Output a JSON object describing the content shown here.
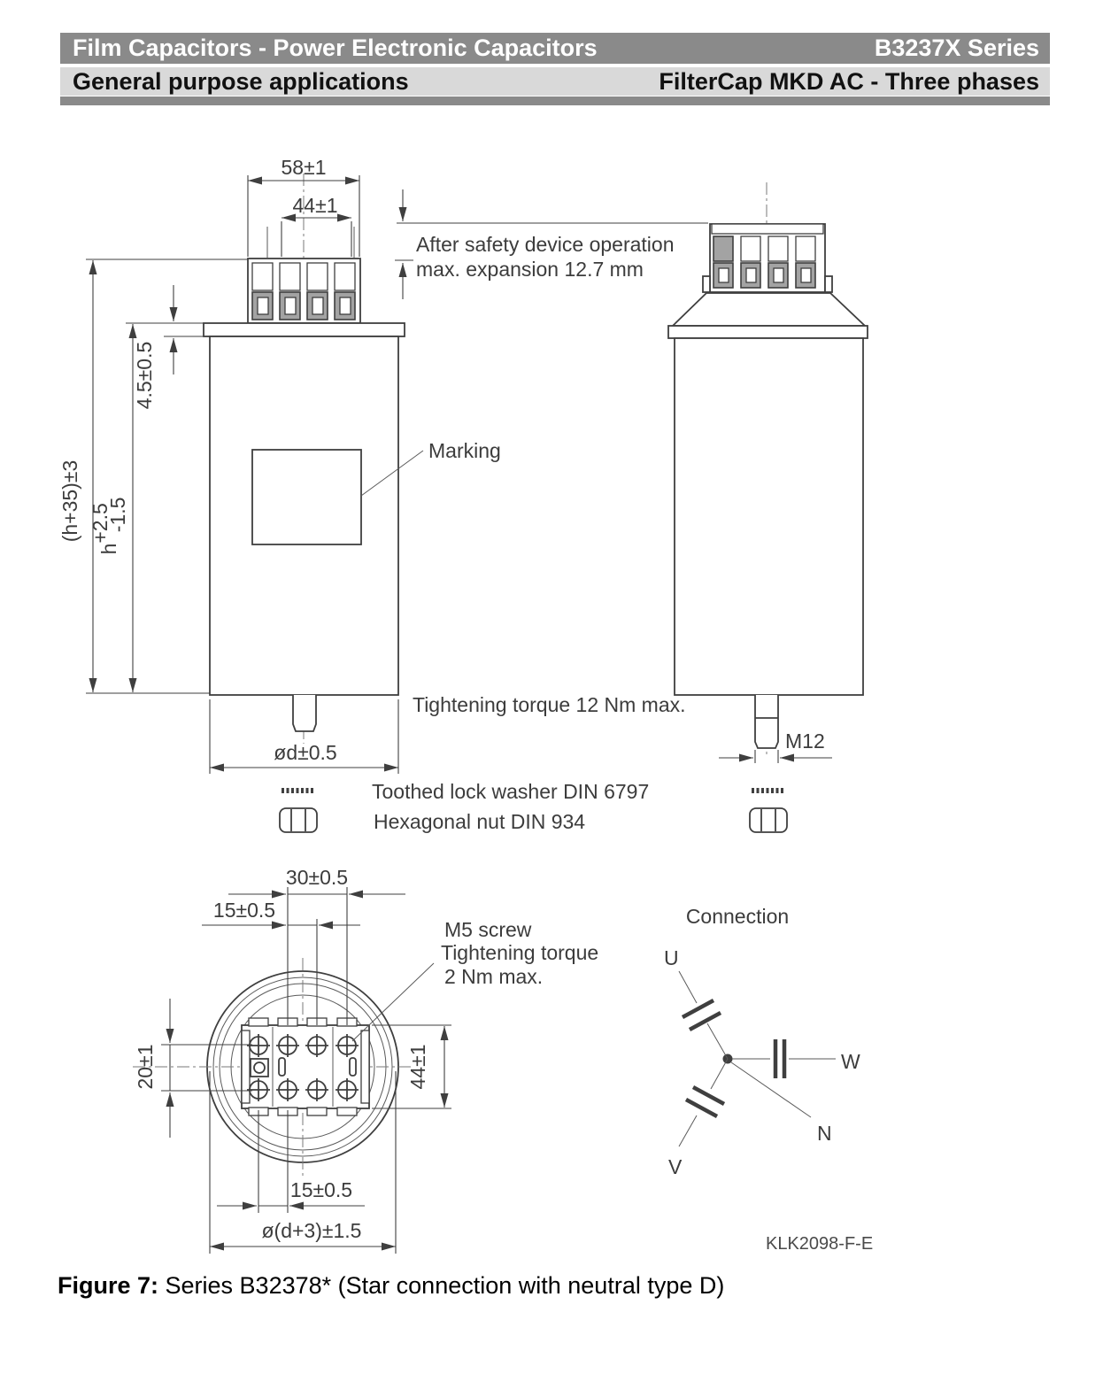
{
  "header": {
    "row1_left": "Film Capacitors - Power Electronic Capacitors",
    "row1_right": "B3237X Series",
    "row2_left": "General purpose applications",
    "row2_right": "FilterCap MKD AC - Three phases",
    "bar_color": "#8a8a8a",
    "row2_bg": "#d9d9d9"
  },
  "drawing": {
    "dims": {
      "top_width_outer": "58±1",
      "top_width_inner": "44±1",
      "expansion_note_line1": "After safety device operation",
      "expansion_note_line2": "max. expansion 12.7 mm",
      "lid_height": "4.5±0.5",
      "total_height": "(h+35)±3",
      "body_height_base": "h",
      "body_height_sup": "+2.5",
      "body_height_sub": "-1.5",
      "marking_label": "Marking",
      "stud_torque": "Tightening torque 12 Nm max.",
      "diameter": "ød±0.5",
      "thread": "M12",
      "washer": "Toothed lock washer DIN 6797",
      "nut": "Hexagonal nut DIN 934",
      "bottom_pitch_outer": "30±0.5",
      "bottom_pitch_left": "15±0.5",
      "screw_note_line1": "M5 screw",
      "screw_note_line2": "Tightening torque",
      "screw_note_line3": "2 Nm max.",
      "row_pitch": "20±1",
      "block_width": "44±1",
      "bottom_pitch_right": "15±0.5",
      "bottom_diameter": "ø(d+3)±1.5"
    },
    "connection": {
      "title": "Connection",
      "phase_u": "U",
      "phase_v": "V",
      "phase_w": "W",
      "neutral": "N"
    },
    "doc_code": "KLK2098-F-E"
  },
  "caption": {
    "label": "Figure 7:",
    "text": " Series B32378* (Star connection with neutral type D)"
  }
}
